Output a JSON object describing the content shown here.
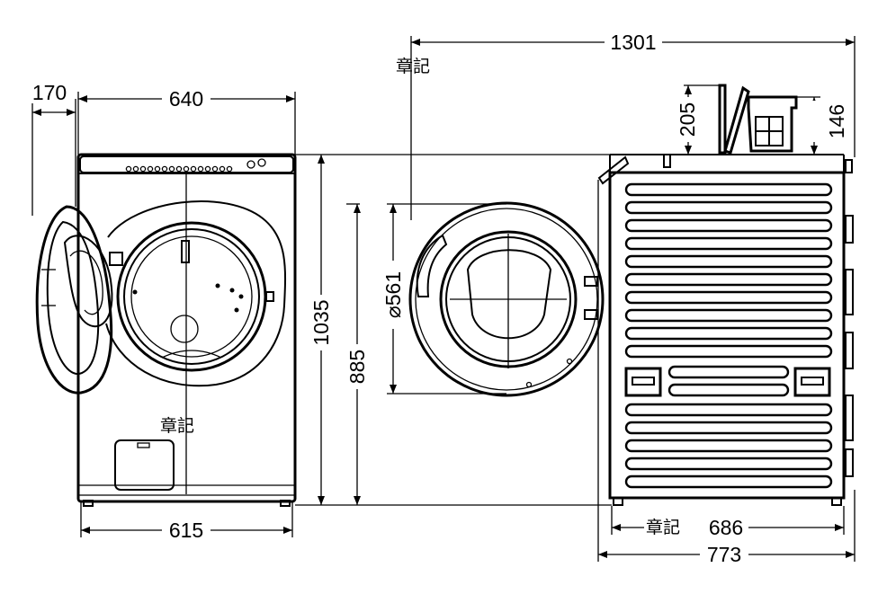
{
  "dimensions": {
    "overall_depth_with_door": "1301",
    "door_swing": "170",
    "top_width": "640",
    "base_width": "615",
    "total_height": "1035",
    "body_height": "885",
    "door_diameter": "⌀561",
    "lid_opening": "205",
    "detergent_box": "146",
    "body_depth": "686",
    "total_depth": "773"
  },
  "marks": {
    "stamp_top": "章記",
    "stamp_front": "章記",
    "stamp_bottom": "章記"
  },
  "views": [
    "front-view-door-open",
    "door-front-view",
    "side-view"
  ]
}
